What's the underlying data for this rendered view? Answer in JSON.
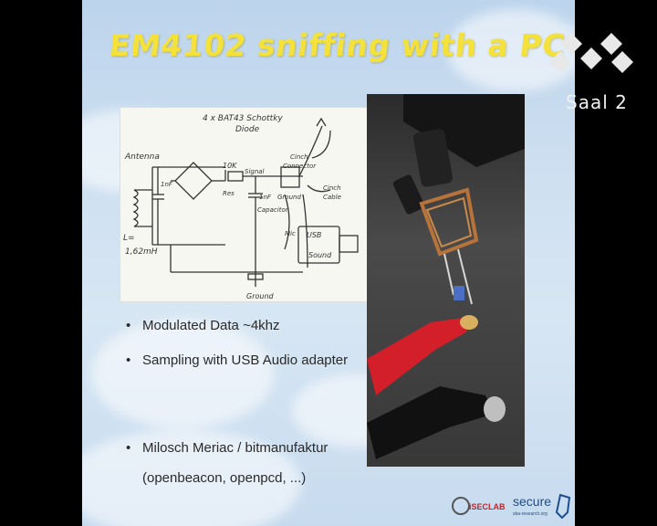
{
  "slide": {
    "title": "EM4102 sniffing with a PC",
    "bullets": [
      "Modulated Data ~4khz",
      "Sampling with USB Audio adapter",
      "Milosch Meriac / bitmanufaktur"
    ],
    "sub_line": "(openbeacon, openpcd, ...)"
  },
  "circuit": {
    "labels": {
      "header1": "4 x BAT43 Schottky",
      "header2": "Diode",
      "antenna": "Antenna",
      "cap": "1nF",
      "l": "L=",
      "henry": "1,62mH",
      "res_val": "10K",
      "res": "Res",
      "signal": "Signal",
      "cap2": "1nF",
      "capacitor": "Capacitor",
      "cinch": "Cinch",
      "connector": "Connector",
      "ground": "Ground",
      "cinch2": "Cinch",
      "cable": "Cable",
      "mic": "Mic",
      "usb": "USB",
      "sound": "Sound",
      "ground_bottom": "Ground"
    }
  },
  "logos": {
    "iseclab": "iSECLAB",
    "secure": "secure",
    "secure_sub": "sba-research.org"
  },
  "overlay": {
    "room_label": "Saal 2"
  },
  "colors": {
    "title": "#f4e13a",
    "background_sky": "#cfe0f1",
    "secure_blue": "#1f4e8c",
    "iseclab_red": "#c2252f"
  }
}
